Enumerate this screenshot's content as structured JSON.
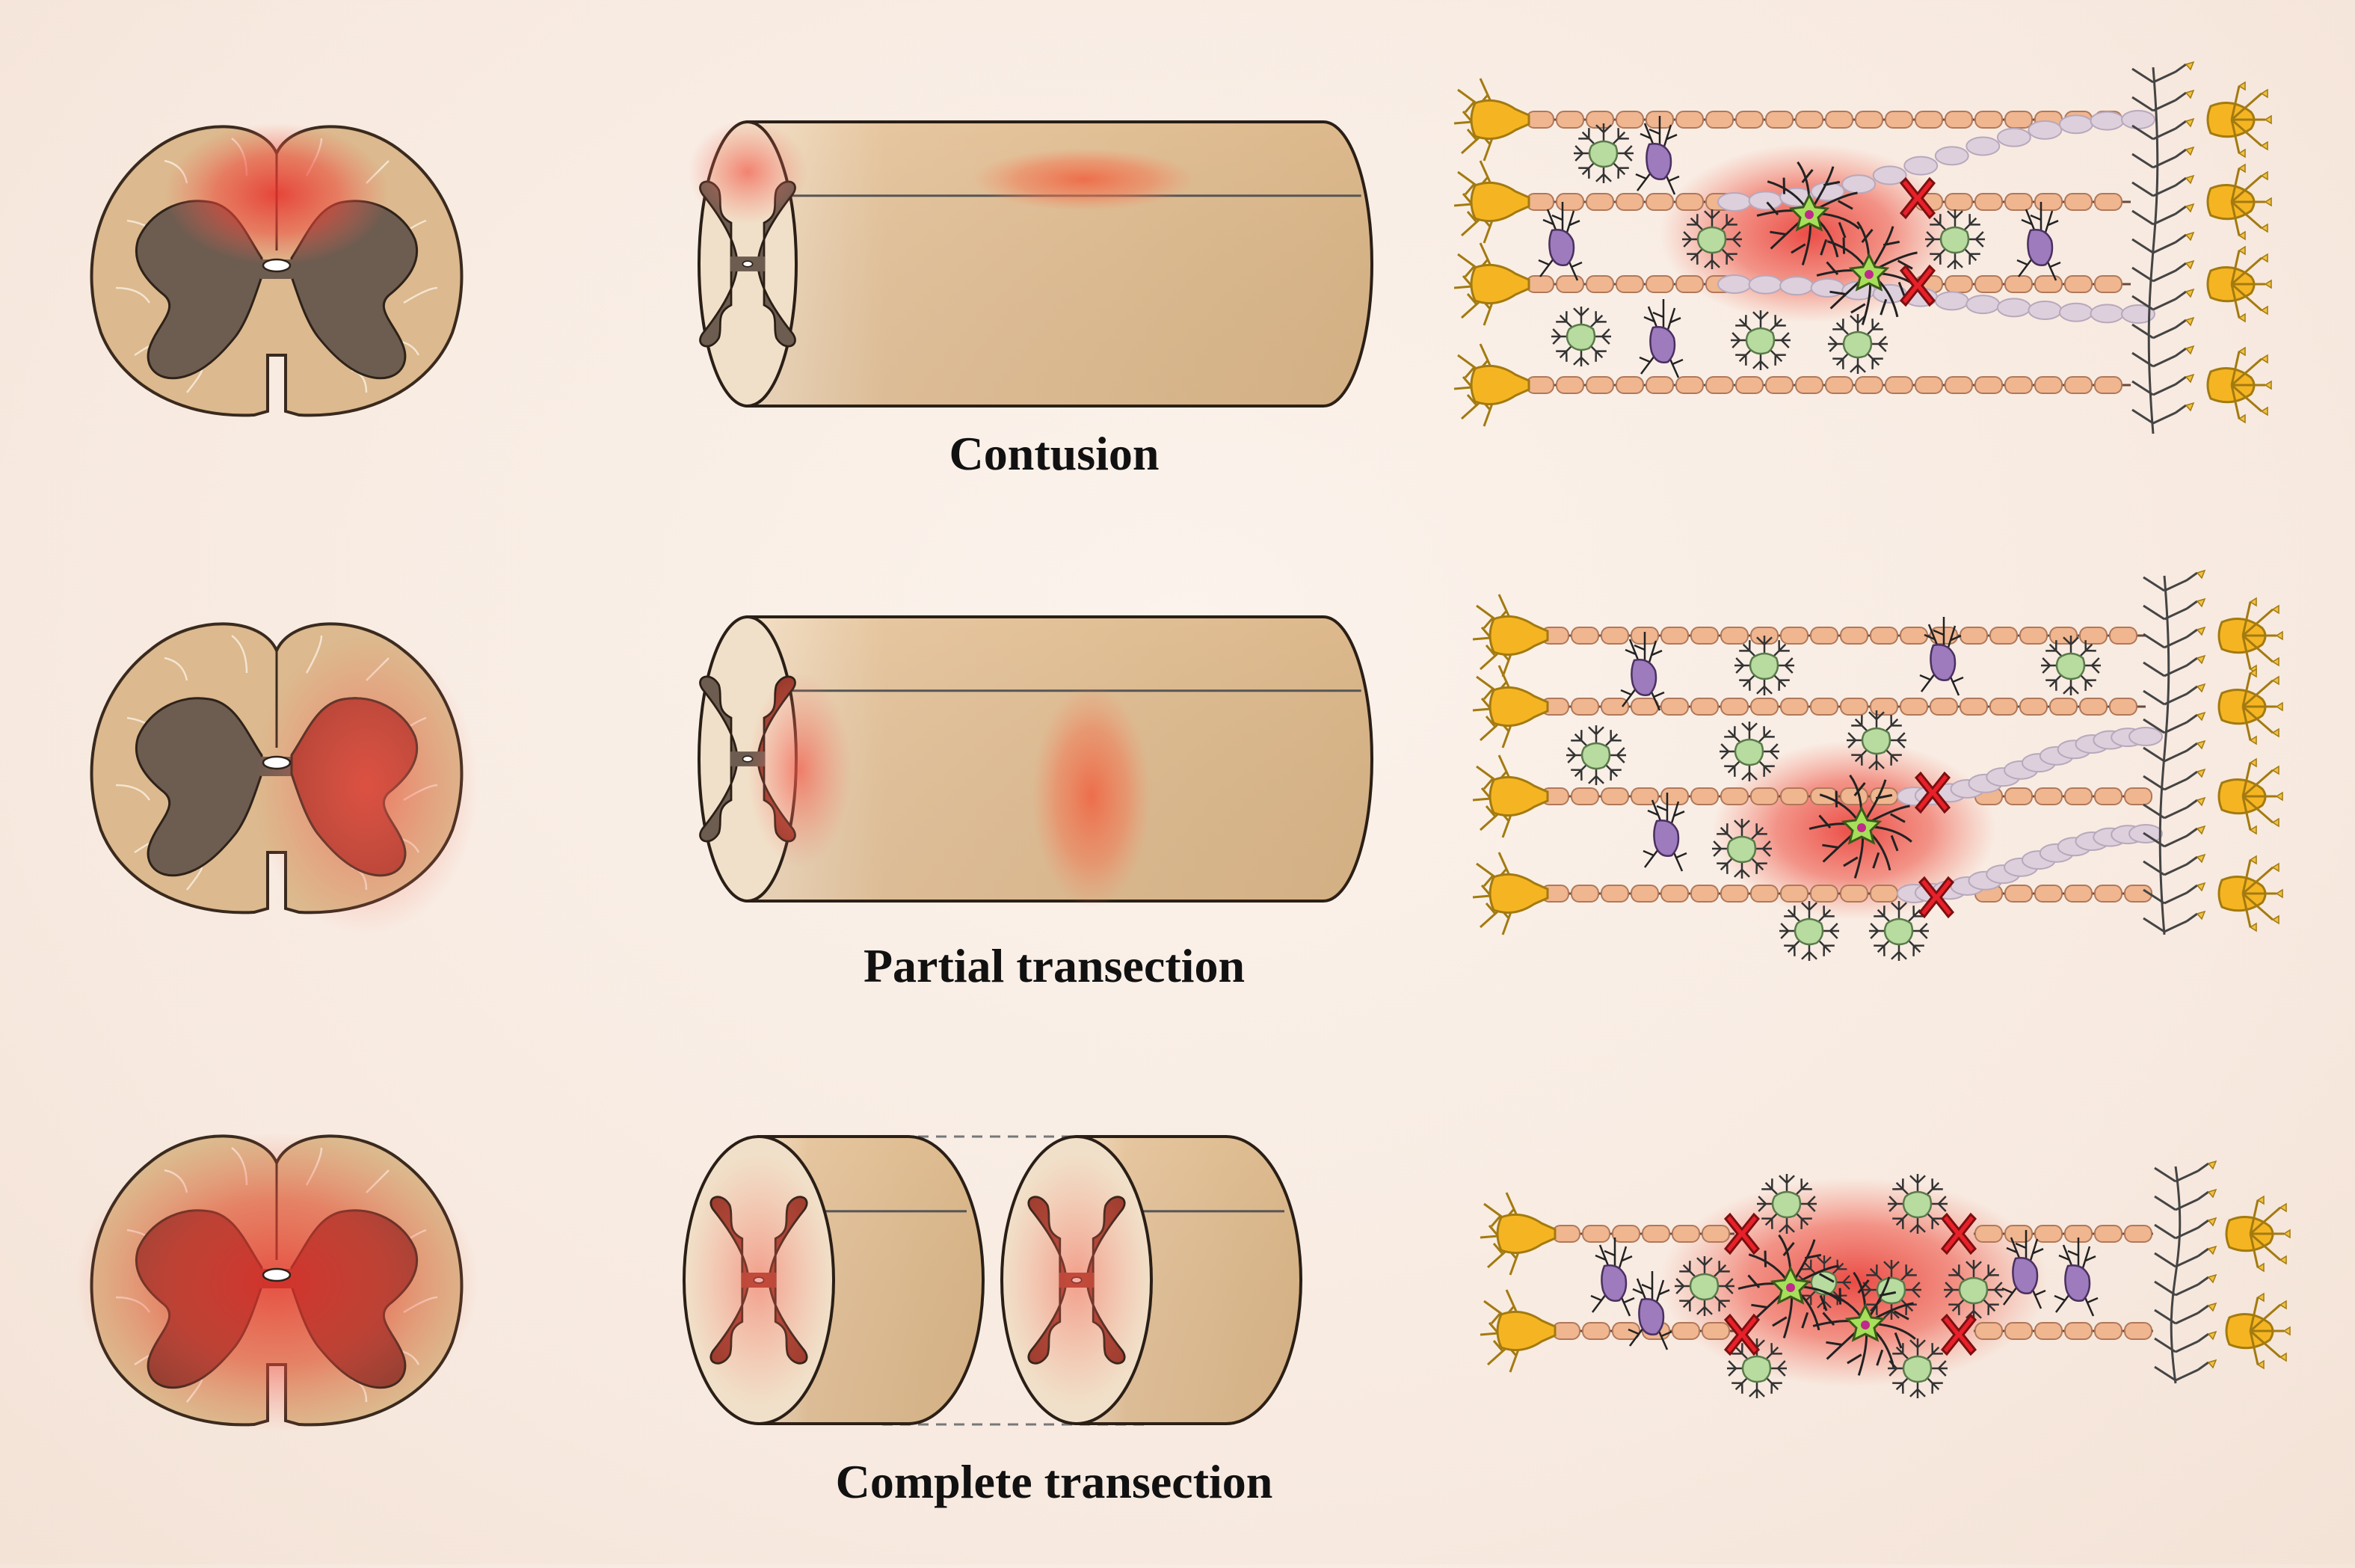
{
  "colors": {
    "background": "#f8ece3",
    "cord_tissue": "#dcb98e",
    "cord_outline": "#3a2a1e",
    "gray_matter": "#6d5c50",
    "injury_red": "#e0322a",
    "injury_dark": "#8c2a22",
    "axon_segment": "#f0b690",
    "neuron_yellow": "#f5b522",
    "glia_green": "#b8dba0",
    "microglia_purple": "#9d7bbd",
    "degenerating_axon": "#ddd0dc",
    "block_red": "#e8202a"
  },
  "icons": {
    "neuron": "neuron-cell-icon",
    "astrocyte": "astrocyte-icon",
    "microglia": "microglia-icon",
    "axon_block": "axon-block-x-icon"
  },
  "injury_types": [
    {
      "id": "contusion",
      "caption": "Contusion"
    },
    {
      "id": "partial",
      "caption": "Partial transection"
    },
    {
      "id": "complete",
      "caption": "Complete transection"
    }
  ]
}
